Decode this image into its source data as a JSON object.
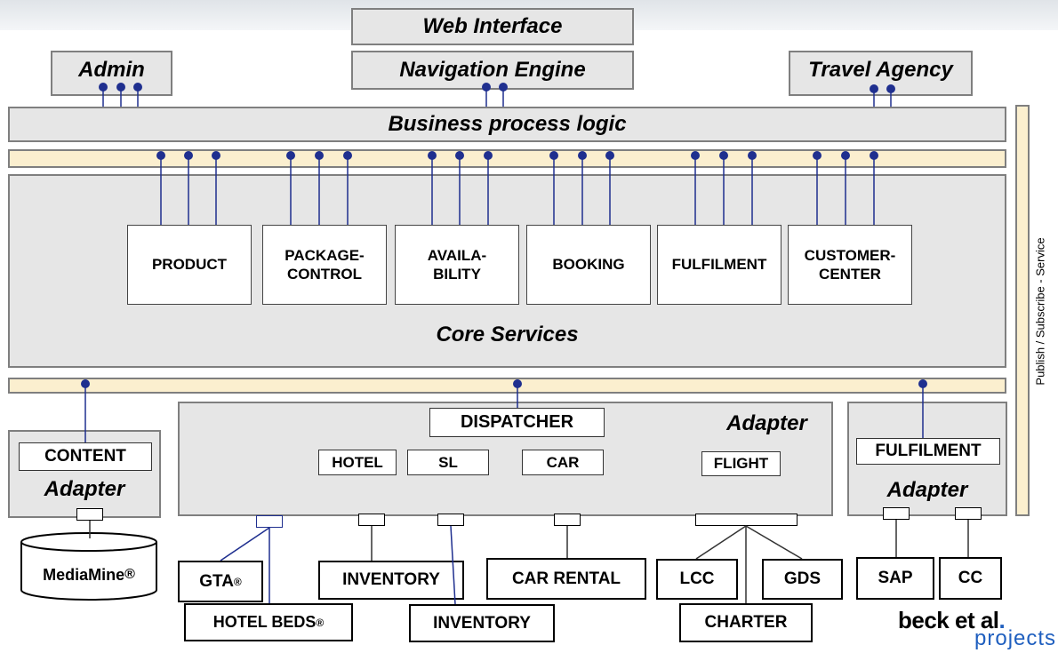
{
  "top": {
    "web_interface": "Web Interface",
    "navigation_engine": "Navigation Engine",
    "admin": "Admin",
    "travel_agency": "Travel Agency"
  },
  "business_process_logic": "Business process logic",
  "core": {
    "title": "Core Services",
    "services": [
      {
        "line1": "PRODUCT",
        "line2": ""
      },
      {
        "line1": "PACKAGE-",
        "line2": "CONTROL"
      },
      {
        "line1": "AVAILA-",
        "line2": "BILITY"
      },
      {
        "line1": "BOOKING",
        "line2": ""
      },
      {
        "line1": "FULFILMENT",
        "line2": ""
      },
      {
        "line1": "CUSTOMER-",
        "line2": "CENTER"
      }
    ]
  },
  "side_label": "Publish / Subscribe - Service",
  "adapters": {
    "content": {
      "name": "CONTENT",
      "label": "Adapter"
    },
    "main": {
      "label": "Adapter",
      "dispatcher": "DISPATCHER",
      "hotel": "HOTEL",
      "sl": "SL",
      "car": "CAR",
      "flight": "FLIGHT"
    },
    "fulfilment": {
      "name": "FULFILMENT",
      "label": "Adapter"
    }
  },
  "systems": {
    "mediamine": "MediaMine",
    "gta": "GTA",
    "hotel_beds": "HOTEL BEDS",
    "inventory1": "INVENTORY",
    "inventory2": "INVENTORY",
    "car_rental": "CAR RENTAL",
    "lcc": "LCC",
    "gds": "GDS",
    "charter": "CHARTER",
    "sap": "SAP",
    "cc": "CC",
    "registered": "®"
  },
  "logo": {
    "line1": "beck et al",
    "dot": ".",
    "line2": "projects"
  },
  "colors": {
    "panel": "#e6e6e6",
    "bus": "#fbefcf",
    "connector": "#1f2f8f"
  }
}
